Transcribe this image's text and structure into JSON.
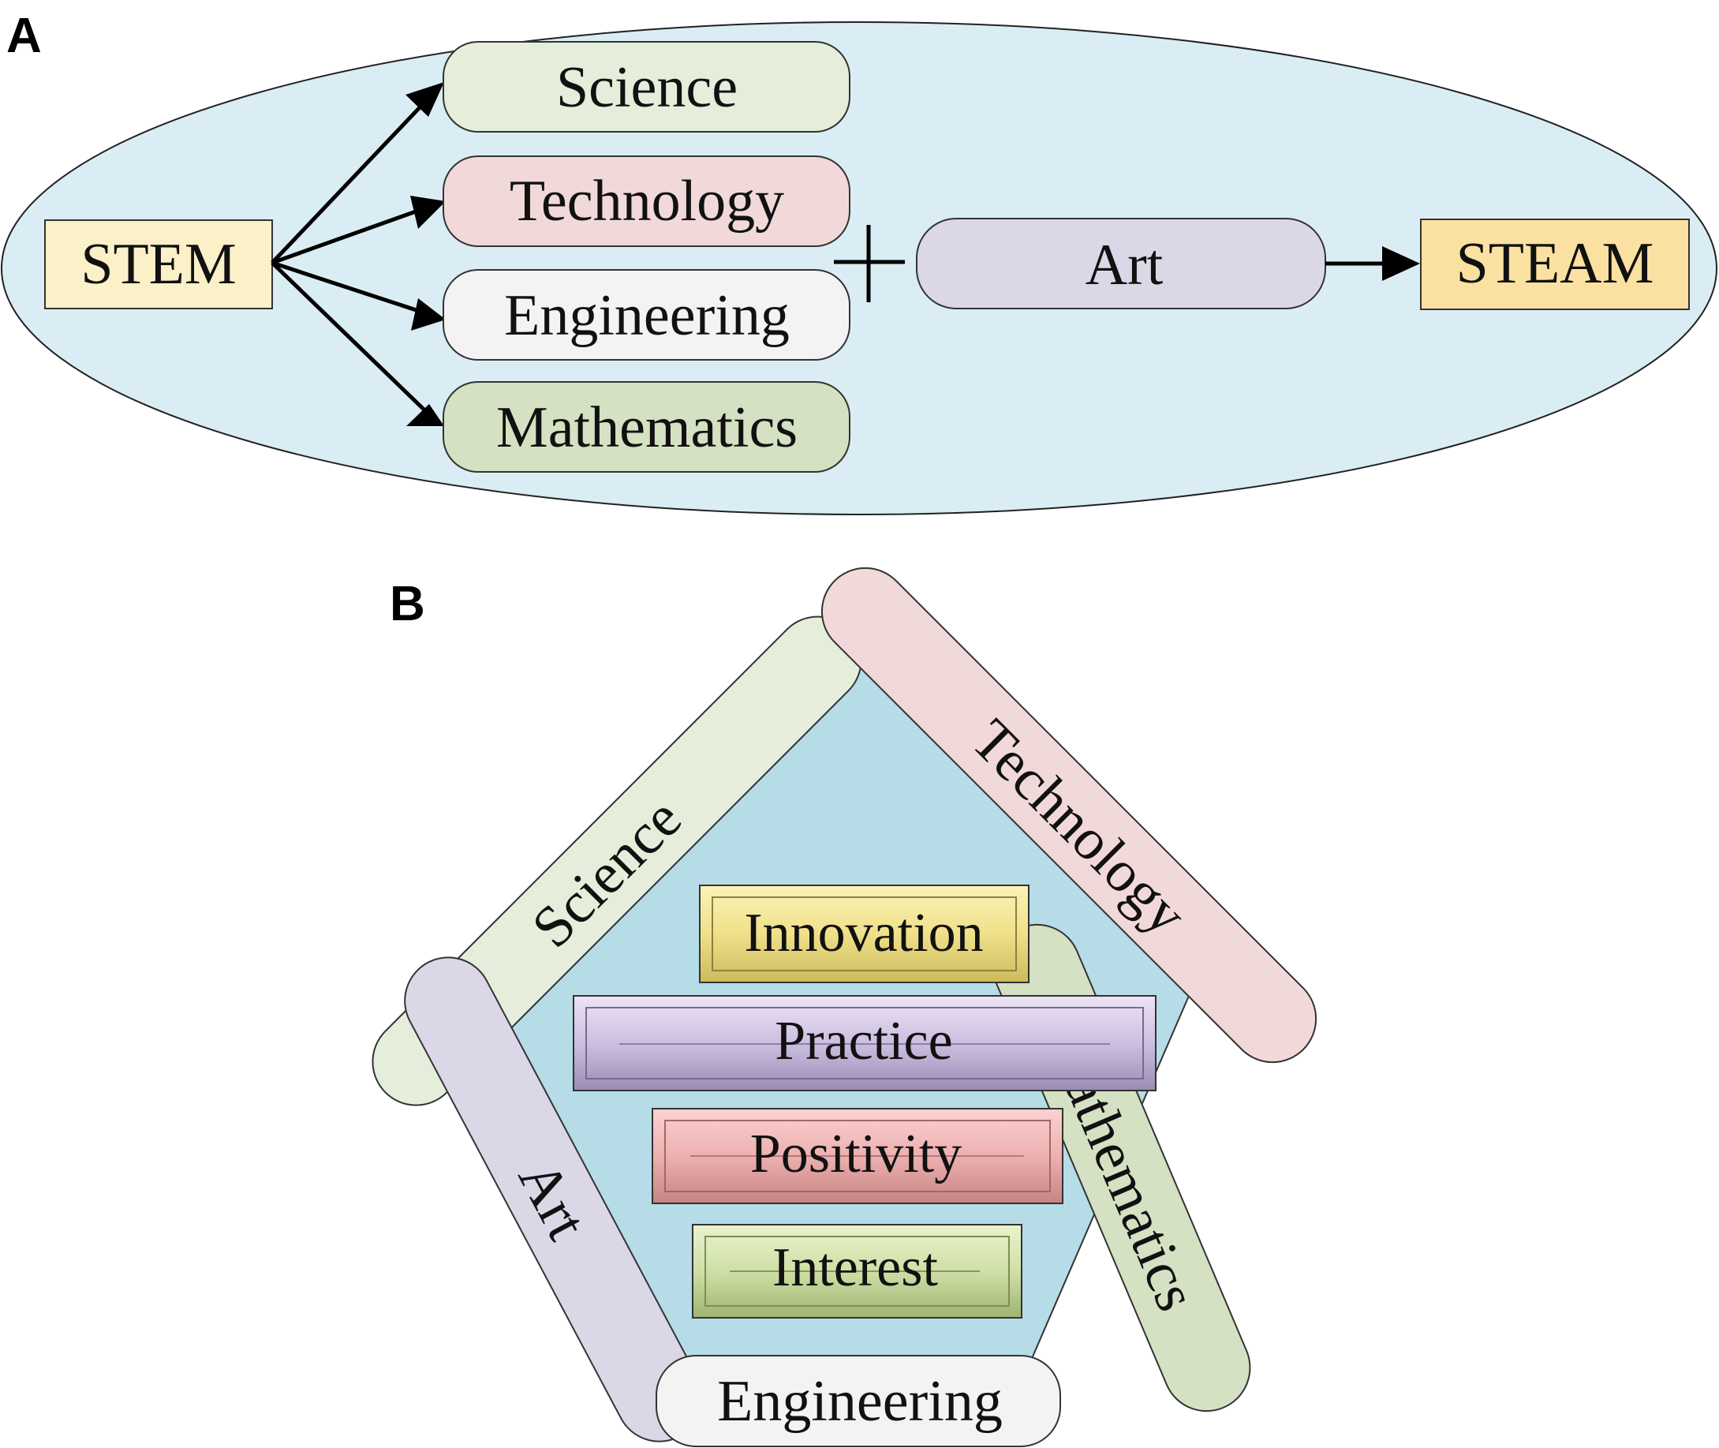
{
  "panel_a": {
    "label": "A",
    "stem": "STEM",
    "subjects": [
      "Science",
      "Technology",
      "Engineering",
      "Mathematics"
    ],
    "plus": "+",
    "art": "Art",
    "steam": "STEAM"
  },
  "panel_b": {
    "label": "B",
    "sides": {
      "science": "Science",
      "technology": "Technology",
      "mathematics": "Mathematics",
      "engineering": "Engineering",
      "art": "Art"
    },
    "bars": [
      "Innovation",
      "Practice",
      "Positivity",
      "Interest"
    ]
  },
  "colors": {
    "ellipse_bg": "#daedf4",
    "pentagon_bg": "#b5dce7",
    "stem_box": "#fcf0c8",
    "steam_box": "#fbe1a1",
    "science": "#e4eedb",
    "technology": "#f2d9d9",
    "engineering": "#f3f3f3",
    "mathematics": "#d4e1c2",
    "art": "#dcd7e7",
    "innovation": "#efe08a",
    "practice": "#cdbfe0",
    "positivity": "#eeb0b0",
    "interest": "#cfe0a5"
  }
}
